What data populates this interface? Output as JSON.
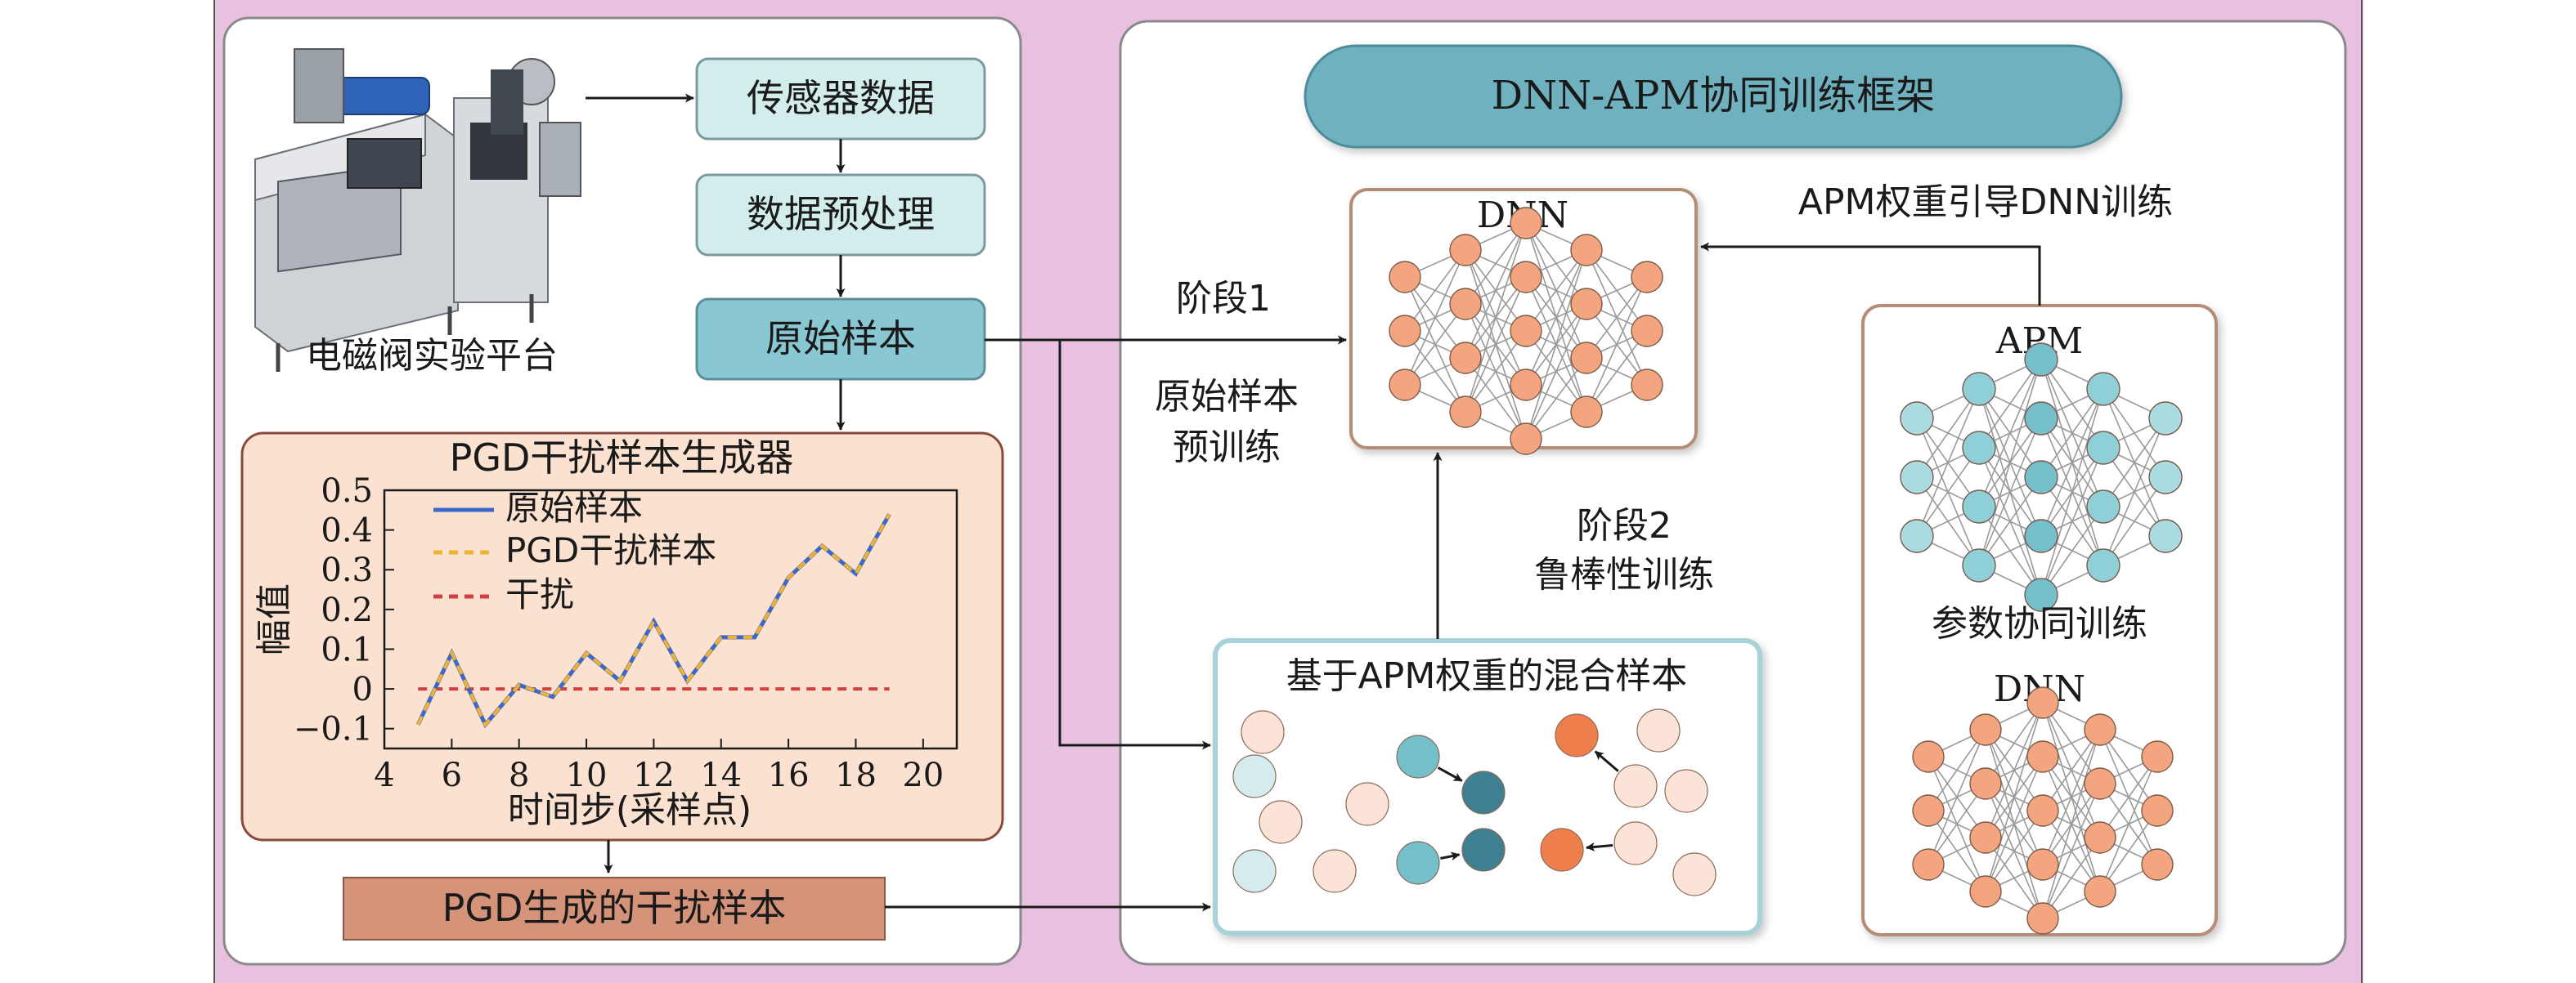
{
  "left_panel": {
    "platform_label": "电磁阀实验平台",
    "flow": {
      "sensor_data": "传感器数据",
      "preprocessing": "数据预处理",
      "original_samples": "原始样本"
    },
    "pgd_generator": {
      "title": "PGD干扰样本生成器",
      "chart": {
        "ylabel": "幅值",
        "xlabel": "时间步(采样点)",
        "legend": [
          "原始样本",
          "PGD干扰样本",
          "干扰"
        ],
        "x_ticks": [
          "4",
          "6",
          "8",
          "10",
          "12",
          "14",
          "16",
          "18",
          "20"
        ],
        "y_ticks": [
          "0.5",
          "0.4",
          "0.3",
          "0.2",
          "0.1",
          "0",
          "−0.1"
        ]
      }
    },
    "pgd_output": "PGD生成的干扰样本"
  },
  "right_panel": {
    "framework_title": "DNN-APM协同训练框架",
    "dnn_top_label": "DNN",
    "guidance_label": "APM权重引导DNN训练",
    "stage1_label": "阶段1",
    "pretrain_label_1": "原始样本",
    "pretrain_label_2": "预训练",
    "stage2_label": "阶段2",
    "robust_label": "鲁棒性训练",
    "mixed_title": "基于APM权重的混合样本",
    "apm_label": "APM",
    "param_cotrain_label": "参数协同训练",
    "dnn_bottom_label": "DNN"
  },
  "colors": {
    "background": "#e8c0e0",
    "panel_border": "#8a8a8a",
    "light_box_fill": "#d3ecec",
    "dark_box_fill": "#89c8d2",
    "generator_fill": "#fbe1cf",
    "output_fill": "#d5947a",
    "title_pill_fill": "#6fb1bf",
    "node_orange": "#f2a57e",
    "node_teal_light": "#a9dbe0",
    "node_teal_mid": "#73c0ca",
    "node_teal_dark": "#3e7f91",
    "node_orange_dark": "#ee7f4c",
    "series_original": "#3b68c9",
    "series_pgd": "#f0b232",
    "series_noise": "#d04040"
  },
  "chart_data": {
    "type": "line",
    "title": "",
    "xlabel": "时间步(采样点)",
    "ylabel": "幅值",
    "xlim": [
      4,
      21
    ],
    "ylim": [
      -0.15,
      0.5
    ],
    "x": [
      5,
      6,
      7,
      8,
      9,
      10,
      11,
      12,
      13,
      14,
      15,
      16,
      17,
      18,
      19
    ],
    "series": [
      {
        "name": "原始样本",
        "color": "#3b68c9",
        "style": "solid",
        "values": [
          -0.09,
          0.09,
          -0.09,
          0.01,
          -0.02,
          0.09,
          0.02,
          0.17,
          0.02,
          0.13,
          0.13,
          0.28,
          0.36,
          0.29,
          0.44
        ]
      },
      {
        "name": "PGD干扰样本",
        "color": "#f0b232",
        "style": "dashed",
        "values": [
          -0.09,
          0.09,
          -0.09,
          0.01,
          -0.02,
          0.09,
          0.02,
          0.17,
          0.02,
          0.13,
          0.13,
          0.28,
          0.36,
          0.29,
          0.44
        ]
      },
      {
        "name": "干扰",
        "color": "#d04040",
        "style": "dashed",
        "values": [
          0,
          0,
          0,
          0,
          0,
          0,
          0,
          0,
          0,
          0,
          0,
          0,
          0,
          0,
          0
        ]
      }
    ],
    "legend_position": "top-left",
    "grid": false
  }
}
